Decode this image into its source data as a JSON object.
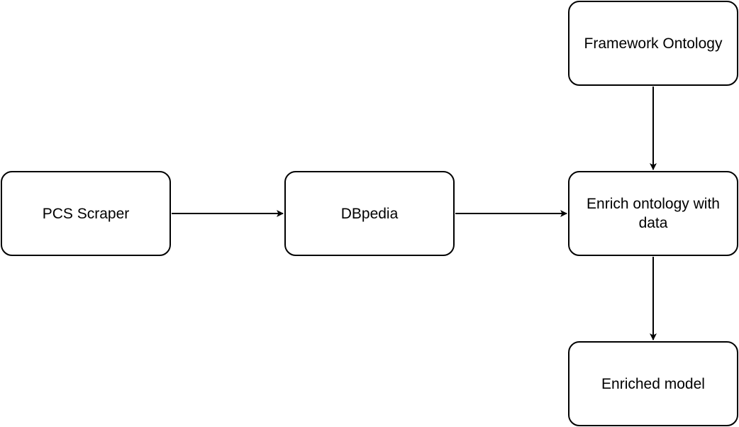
{
  "diagram": {
    "nodes": {
      "pcs_scraper": "PCS Scraper",
      "dbpedia": "DBpedia",
      "framework_ontology": "Framework Ontology",
      "enrich_ontology": "Enrich ontology with data",
      "enriched_model": "Enriched model"
    },
    "edges": [
      {
        "from": "PCS Scraper",
        "to": "DBpedia"
      },
      {
        "from": "DBpedia",
        "to": "Enrich ontology with data"
      },
      {
        "from": "Framework Ontology",
        "to": "Enrich ontology with data"
      },
      {
        "from": "Enrich ontology with data",
        "to": "Enriched model"
      }
    ],
    "colors": {
      "stroke": "#000000",
      "fill": "#ffffff",
      "text": "#000000"
    }
  }
}
